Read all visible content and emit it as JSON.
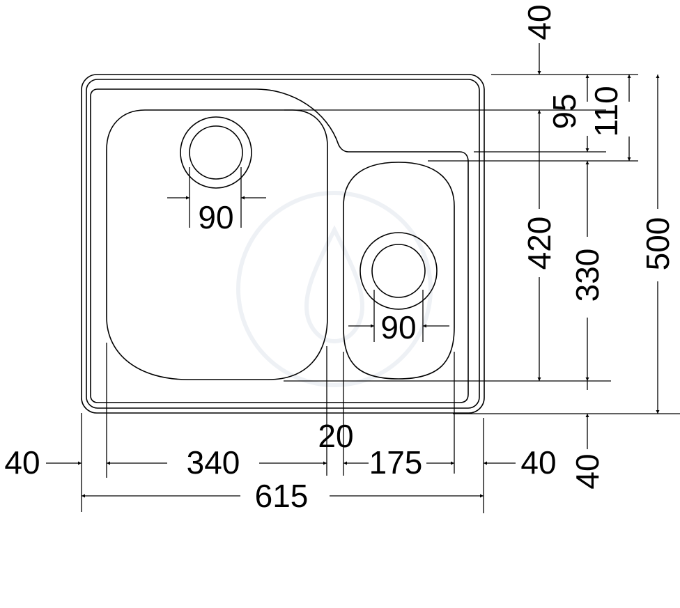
{
  "dimensions": {
    "top_40": "40",
    "d95": "95",
    "d110": "110",
    "d420": "420",
    "d330": "330",
    "d500": "500",
    "right_40": "40",
    "left_40": "40",
    "d340": "340",
    "d20": "20",
    "d175": "175",
    "bottom_right_40": "40",
    "d615": "615",
    "drain_left": "90",
    "drain_right": "90"
  }
}
